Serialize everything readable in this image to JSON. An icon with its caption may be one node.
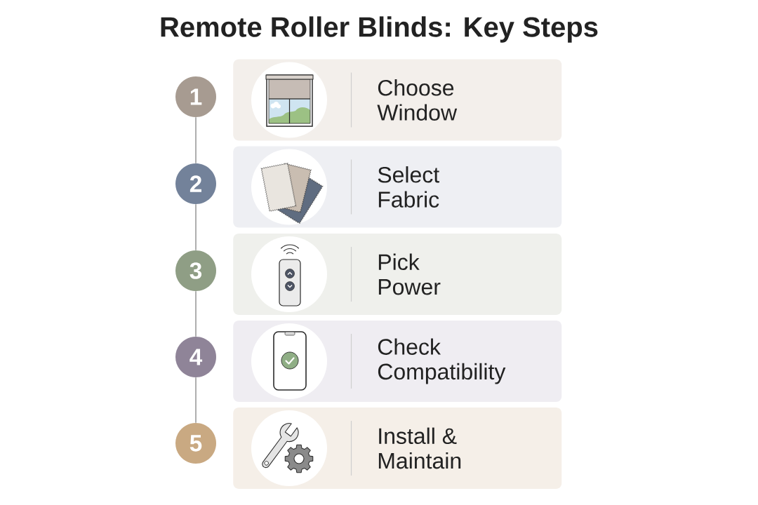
{
  "diagram": {
    "title": "Remote Roller Blinds: Key Steps",
    "nodes": [
      {
        "text": [
          "1"
        ]
      },
      {
        "text": [
          "Choose Window"
        ]
      },
      {
        "text": [
          "2"
        ]
      },
      {
        "text": [
          "Select Fabric"
        ]
      },
      {
        "text": [
          "3"
        ]
      },
      {
        "text": [
          "Pick Power"
        ]
      },
      {
        "text": [
          "4"
        ]
      },
      {
        "text": [
          "Check Compatibility"
        ]
      },
      {
        "text": [
          "5"
        ]
      },
      {
        "text": [
          "Install & Maintain"
        ]
      }
    ],
    "edges": [
      {
        "from": 0,
        "to": 2,
        "arrow": "none"
      },
      {
        "from": 2,
        "to": 4,
        "arrow": "none"
      },
      {
        "from": 4,
        "to": 6,
        "arrow": "none"
      },
      {
        "from": 6,
        "to": 8,
        "arrow": "none"
      }
    ]
  }
}
